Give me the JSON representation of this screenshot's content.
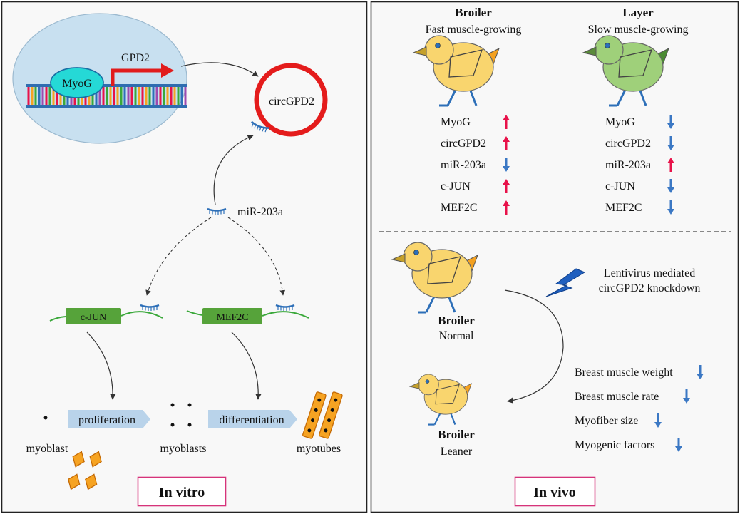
{
  "left_panel": {
    "gene_label": "GPD2",
    "tf_label": "MyoG",
    "circ_label": "circGPD2",
    "mirna_label": "miR-203a",
    "targets": [
      "c-JUN",
      "MEF2C"
    ],
    "process_1": "proliferation",
    "process_2": "differentiation",
    "cells": [
      "myoblast",
      "myoblasts",
      "myotubes"
    ],
    "panel_label": "In vitro"
  },
  "right_panel": {
    "broiler": {
      "title": "Broiler",
      "subtitle": "Fast muscle-growing"
    },
    "layer": {
      "title": "Layer",
      "subtitle": "Slow muscle-growing"
    },
    "broiler_markers": [
      {
        "name": "MyoG",
        "direction": "up"
      },
      {
        "name": "circGPD2",
        "direction": "up"
      },
      {
        "name": "miR-203a",
        "direction": "down"
      },
      {
        "name": "c-JUN",
        "direction": "up"
      },
      {
        "name": "MEF2C",
        "direction": "up"
      }
    ],
    "layer_markers": [
      {
        "name": "MyoG",
        "direction": "down"
      },
      {
        "name": "circGPD2",
        "direction": "down"
      },
      {
        "name": "miR-203a",
        "direction": "up"
      },
      {
        "name": "c-JUN",
        "direction": "down"
      },
      {
        "name": "MEF2C",
        "direction": "down"
      }
    ],
    "treatment": [
      "Lentivirus mediated",
      "circGPD2 knockdown"
    ],
    "normal": {
      "title": "Broiler",
      "subtitle": "Normal"
    },
    "leaner": {
      "title": "Broiler",
      "subtitle": "Leaner"
    },
    "outcomes": [
      {
        "name": "Breast muscle weight",
        "direction": "down"
      },
      {
        "name": "Breast muscle rate",
        "direction": "down"
      },
      {
        "name": "Myofiber size",
        "direction": "down"
      },
      {
        "name": "Myogenic factors",
        "direction": "down"
      }
    ],
    "panel_label": "In vivo"
  },
  "colors": {
    "up_arrow": "#e8124a",
    "down_arrow": "#3b78c4",
    "broiler_body": "#f9d56e",
    "layer_body": "#9fd07a",
    "circ_ring": "#e41c1c",
    "panel_label_border": "#d6337a"
  }
}
